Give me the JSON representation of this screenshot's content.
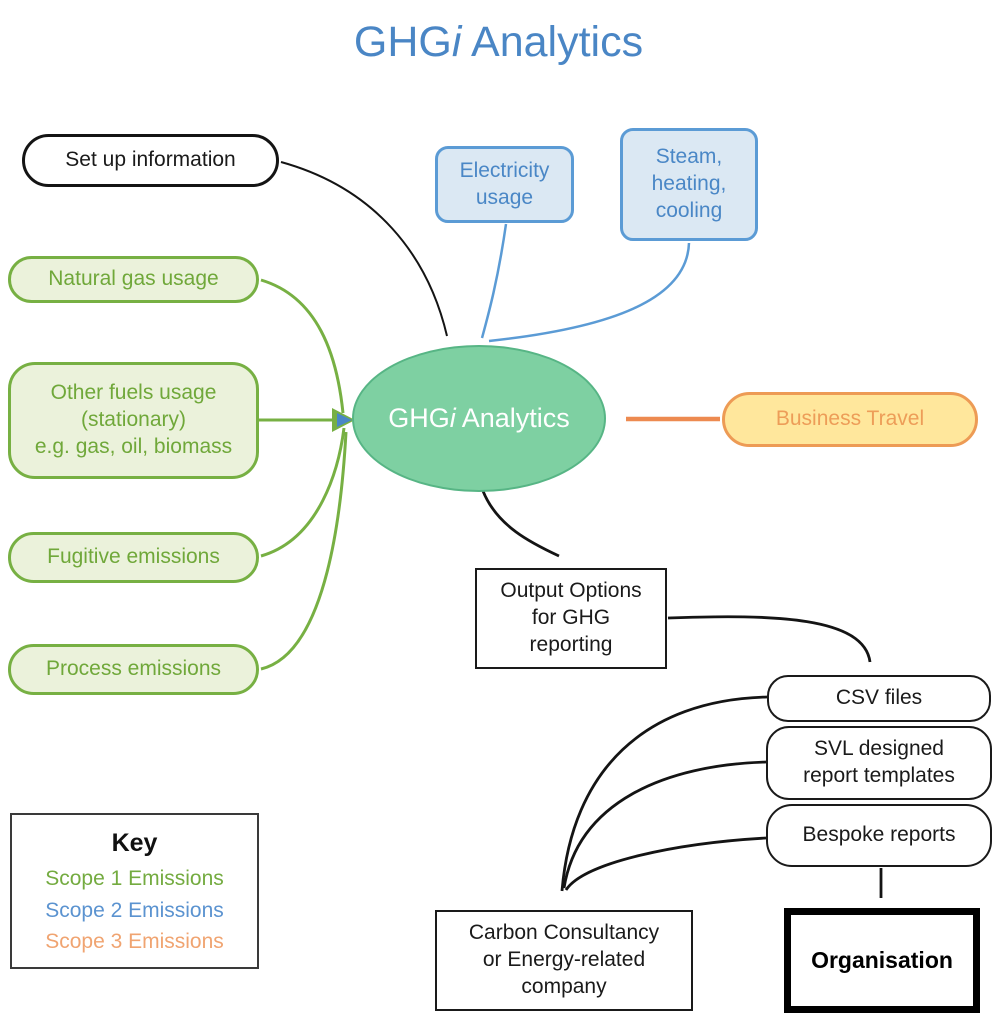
{
  "title": {
    "pre": "GHG",
    "italic": "i",
    "post": " Analytics"
  },
  "nodes": {
    "setup": {
      "label": "Set up information"
    },
    "electricity": {
      "label": "Electricity\nusage"
    },
    "steam": {
      "label": "Steam,\nheating,\ncooling"
    },
    "natural_gas": {
      "label": "Natural gas usage"
    },
    "other_fuels": {
      "label": "Other fuels usage\n(stationary)\ne.g. gas, oil, biomass"
    },
    "fugitive": {
      "label": "Fugitive emissions"
    },
    "process": {
      "label": "Process emissions"
    },
    "analytics": {
      "pre": "GHG",
      "italic": "i",
      "post": " Analytics"
    },
    "business_travel": {
      "label": "Business Travel"
    },
    "output_options": {
      "label": "Output Options\nfor GHG\nreporting"
    },
    "csv": {
      "label": "CSV files"
    },
    "svl": {
      "label": "SVL designed\nreport templates"
    },
    "bespoke": {
      "label": "Bespoke reports"
    },
    "carbon": {
      "label": "Carbon Consultancy\nor Energy-related\ncompany"
    },
    "organisation": {
      "label": "Organisation"
    }
  },
  "key": {
    "title": "Key",
    "items": [
      {
        "label": "Scope 1 Emissions",
        "color": "#74ab40"
      },
      {
        "label": "Scope 2 Emissions",
        "color": "#5b93d0"
      },
      {
        "label": "Scope 3 Emissions",
        "color": "#f0a471"
      }
    ]
  },
  "colors": {
    "title_blue": "#4a86c5",
    "scope1_green_border": "#77b043",
    "scope1_green_fill": "#ebf2db",
    "scope2_blue_border": "#5b9bd5",
    "scope2_blue_fill": "#dbe8f3",
    "scope3_orange_border": "#ed9b55",
    "scope3_orange_fill": "#ffe79c",
    "ellipse_fill": "#7ed0a2",
    "ellipse_border": "#57b585",
    "arrow_black": "#141414"
  }
}
